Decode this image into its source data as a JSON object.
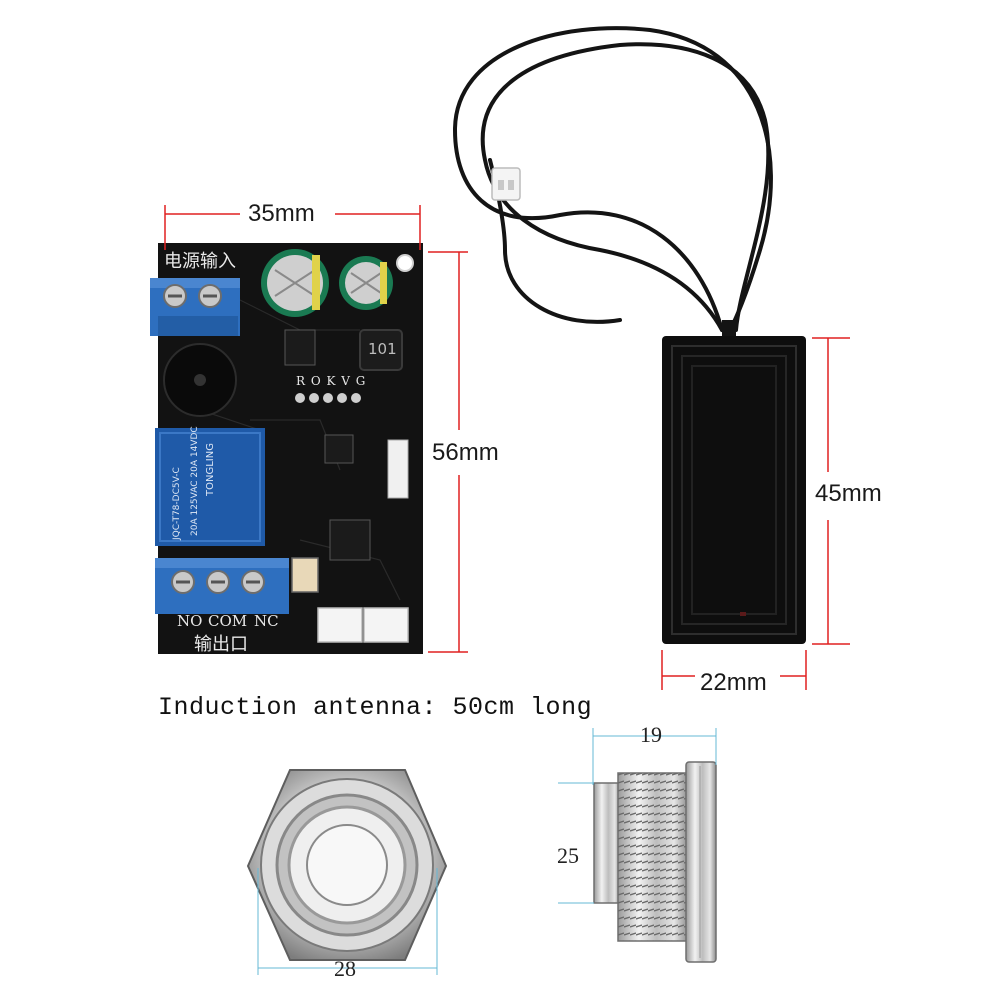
{
  "board": {
    "width_label": "35mm",
    "height_label": "56mm",
    "power_input_label": "电源输入",
    "output_terminal_labels": [
      "NO",
      "COM",
      "NC"
    ],
    "output_port_label": "输出口",
    "header_pins_label": "R O K V G",
    "inductor_marking": "101",
    "relay_brand": "TONGLING",
    "relay_rating": "20A 125VAC  20A 14VDC",
    "relay_model": "JQC-T78-DC5V-C"
  },
  "antenna_pad": {
    "width_label": "22mm",
    "height_label": "45mm"
  },
  "caption": "Induction antenna: 50cm long",
  "button_part": {
    "front_diameter_label": "28",
    "side_length_label": "19",
    "side_diameter_label": "25"
  },
  "colors": {
    "dimension_line": "#e02020",
    "dimension_line_thin": "#66b8d6",
    "pcb": "#111111",
    "terminal_blue": "#2e6fbf",
    "antenna_pad": "#0e0e0e"
  }
}
